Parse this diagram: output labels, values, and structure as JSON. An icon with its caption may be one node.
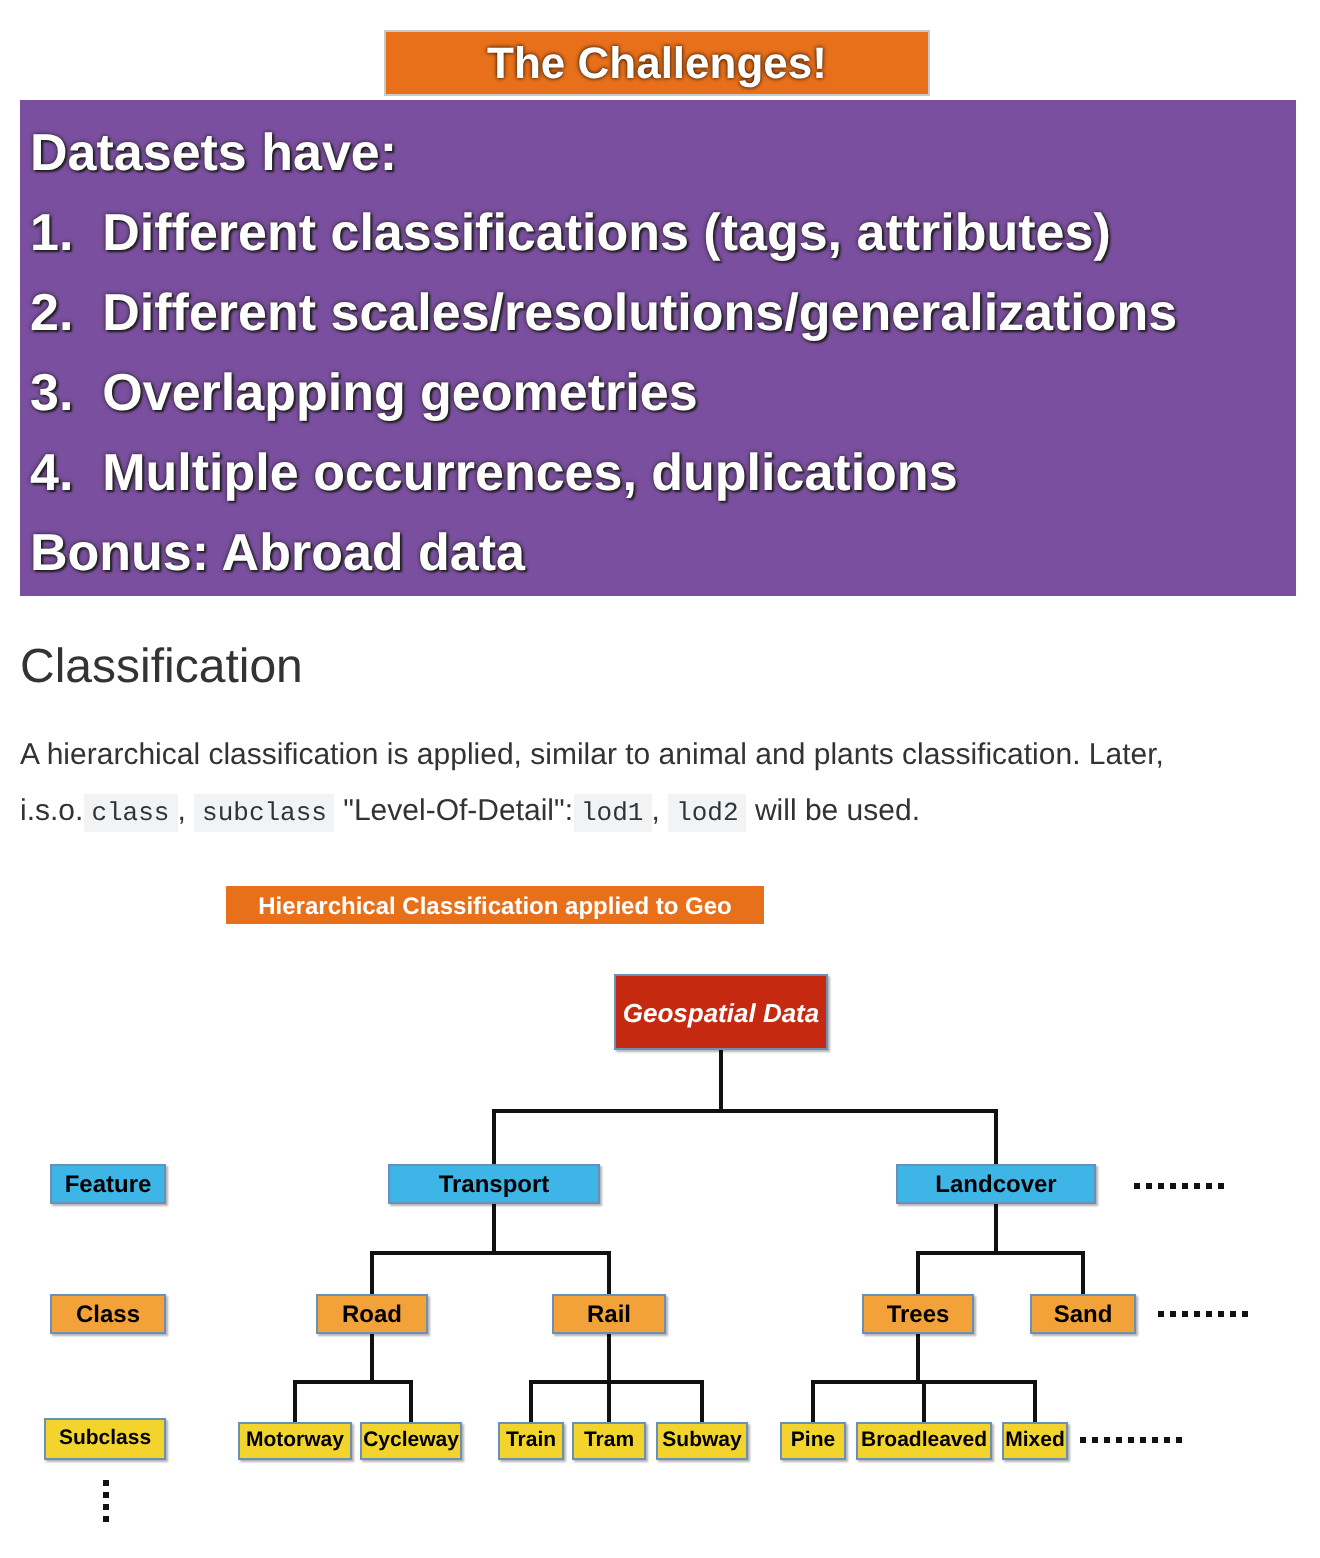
{
  "diagram": {
    "title": "The Challenges!",
    "nodes": [
      {
        "text": [
          "Geospatial Data"
        ]
      },
      {
        "text": [
          "Feature"
        ]
      },
      {
        "text": [
          "Transport"
        ]
      },
      {
        "text": [
          "Landcover"
        ]
      },
      {
        "text": [
          "Class"
        ]
      },
      {
        "text": [
          "Road"
        ]
      },
      {
        "text": [
          "Rail"
        ]
      },
      {
        "text": [
          "Trees"
        ]
      },
      {
        "text": [
          "Sand"
        ]
      },
      {
        "text": [
          "Subclass"
        ]
      },
      {
        "text": [
          "Motorway"
        ]
      },
      {
        "text": [
          "Cycleway"
        ]
      },
      {
        "text": [
          "Train"
        ]
      },
      {
        "text": [
          "Tram"
        ]
      },
      {
        "text": [
          "Subway"
        ]
      },
      {
        "text": [
          "Pine"
        ]
      },
      {
        "text": [
          "Broadleaved"
        ]
      },
      {
        "text": [
          "Mixed"
        ]
      }
    ],
    "edges": [
      {
        "from": 0,
        "to": 2,
        "arrow": "none"
      },
      {
        "from": 0,
        "to": 3,
        "arrow": "none"
      },
      {
        "from": 2,
        "to": 5,
        "arrow": "none"
      },
      {
        "from": 2,
        "to": 6,
        "arrow": "none"
      },
      {
        "from": 3,
        "to": 7,
        "arrow": "none"
      },
      {
        "from": 3,
        "to": 8,
        "arrow": "none"
      },
      {
        "from": 5,
        "to": 10,
        "arrow": "none"
      },
      {
        "from": 5,
        "to": 11,
        "arrow": "none"
      },
      {
        "from": 6,
        "to": 12,
        "arrow": "none"
      },
      {
        "from": 6,
        "to": 13,
        "arrow": "none"
      },
      {
        "from": 6,
        "to": 14,
        "arrow": "none"
      },
      {
        "from": 7,
        "to": 15,
        "arrow": "none"
      },
      {
        "from": 7,
        "to": 16,
        "arrow": "none"
      },
      {
        "from": 7,
        "to": 17,
        "arrow": "none"
      }
    ],
    "labels": [
      "Datasets have:",
      "1.  Different classifications (tags, attributes)",
      "2.  Different scales/resolutions/generalizations",
      "3.  Overlapping geometries",
      "4.  Multiple occurrences, duplications",
      "Bonus: Abroad data",
      "Classification",
      "A hierarchical classification is applied, similar to animal and plants classification. Later, i.s.o.",
      "class",
      ",",
      "subclass",
      "\"Level-Of-Detail\":",
      "lod1",
      ",",
      "lod2",
      "will be used.",
      "Hierarchical Classification applied to Geo"
    ]
  }
}
